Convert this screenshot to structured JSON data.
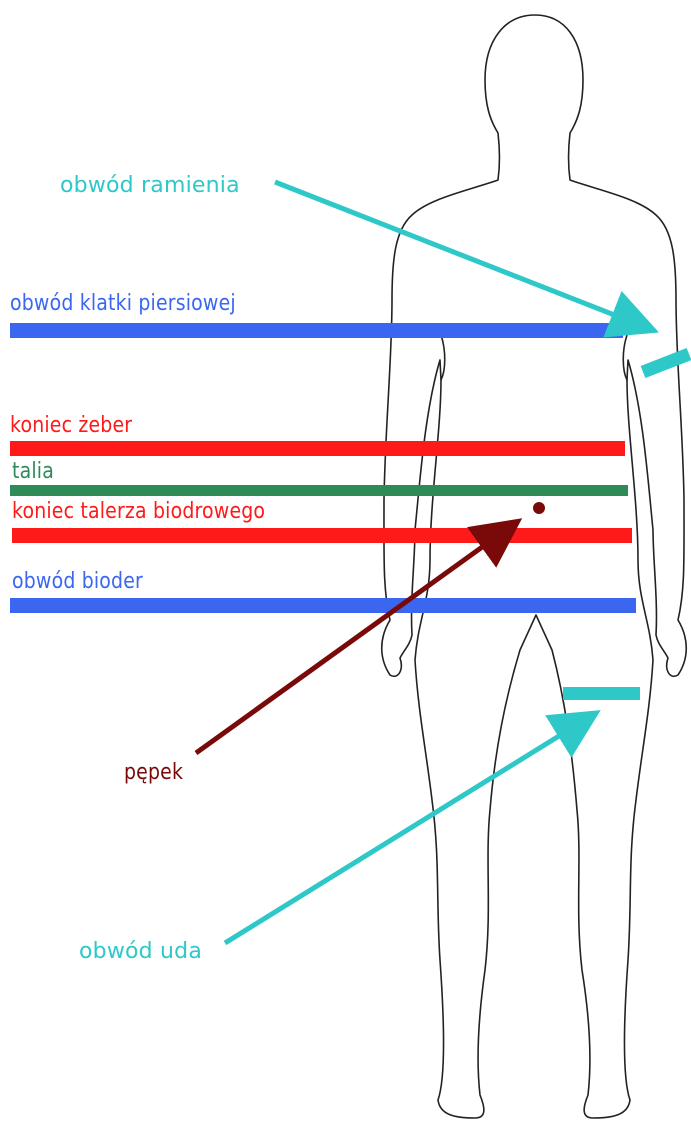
{
  "labels": {
    "shoulder": "obwód ramienia",
    "chest": "obwód klatki piersiowej",
    "ribs": "koniec żeber",
    "waist": "talia",
    "pelvis": "koniec talerza biodrowego",
    "hips": "obwód bioder",
    "navel": "pępek",
    "thigh": "obwód uda"
  },
  "colors": {
    "cyan": "#2ec8c8",
    "blue": "#3b67f0",
    "red": "#ff1a1a",
    "green": "#2e8b57",
    "maroon": "#7a0a0a",
    "outline": "#222222"
  },
  "icons": {
    "body": "human-body-outline-icon"
  }
}
